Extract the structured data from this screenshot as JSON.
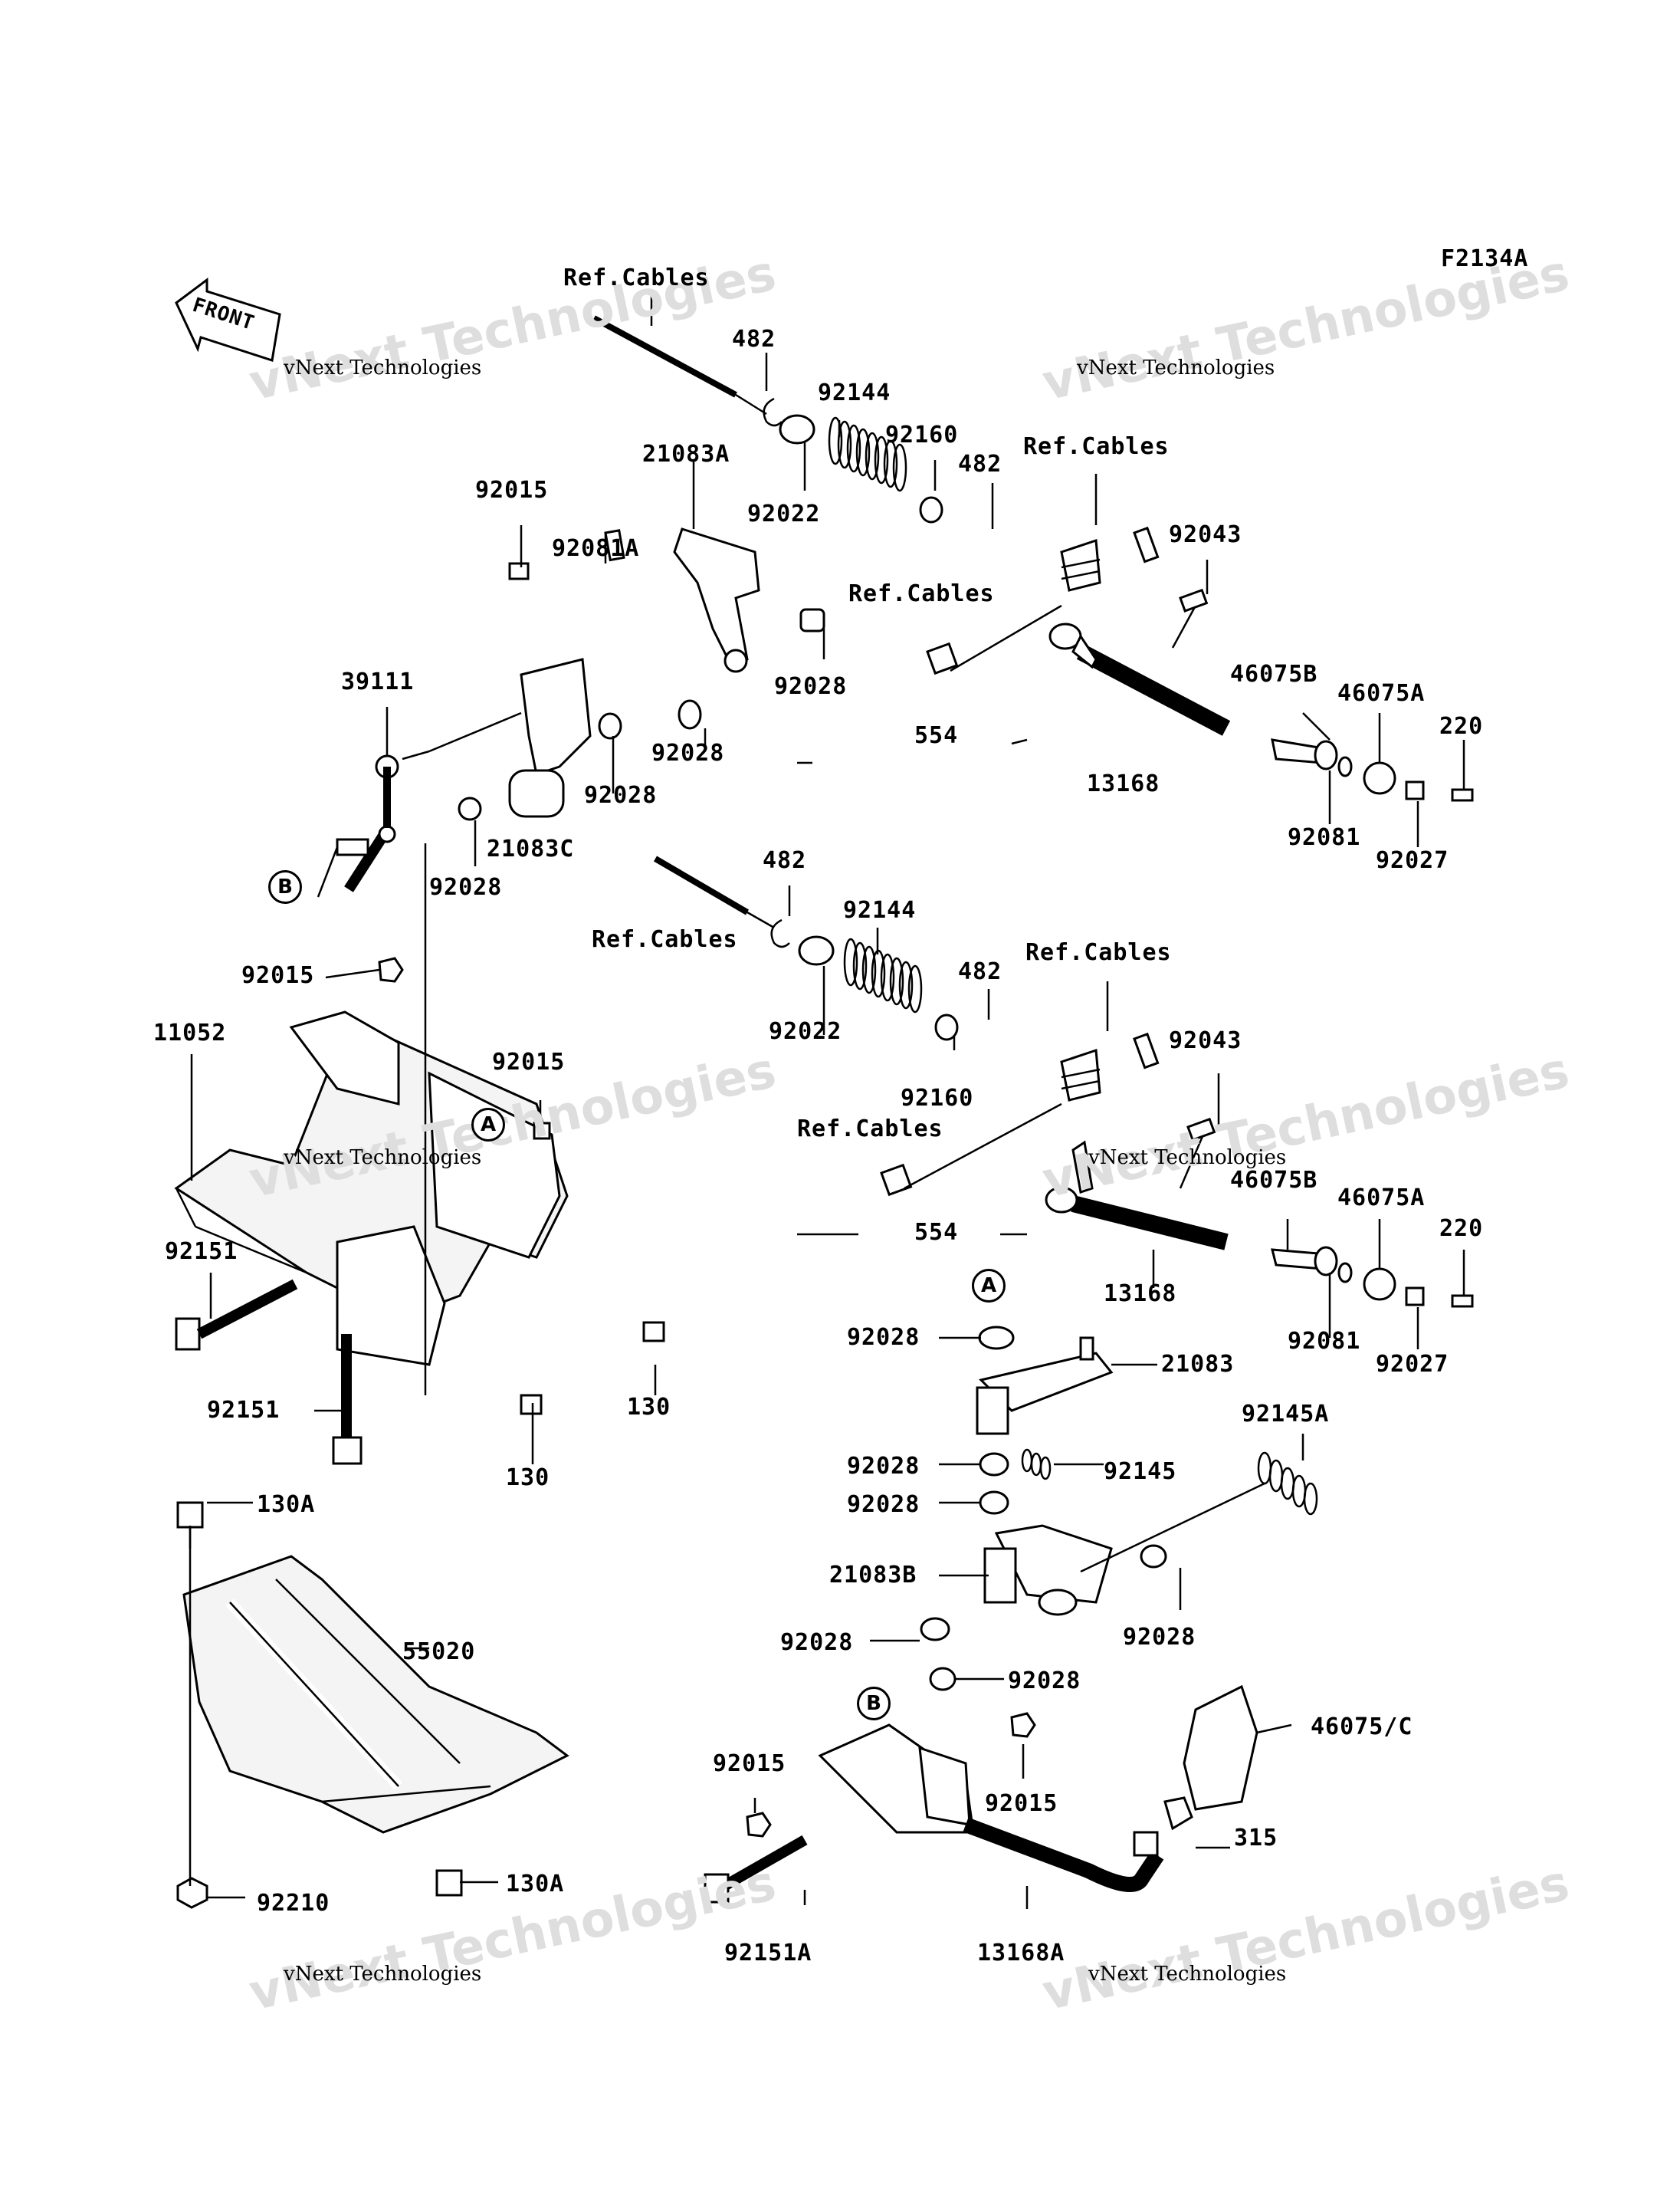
{
  "diagram_code": "F2134A",
  "front_label": "FRONT",
  "watermark": {
    "big": "vNext Technologies",
    "small": "vNext Technologies"
  },
  "markers": [
    "A",
    "B"
  ],
  "labels": {
    "l_ref1": "Ref.Cables",
    "l_482a": "482",
    "l_92144a": "92144",
    "l_92160a": "92160",
    "l_21083A": "21083A",
    "l_92022a": "92022",
    "l_482b": "482",
    "l_ref2": "Ref.Cables",
    "l_92015a": "92015",
    "l_92081A": "92081A",
    "l_92043a": "92043",
    "l_ref3": "Ref.Cables",
    "l_92028a": "92028",
    "l_39111": "39111",
    "l_46075Ba": "46075B",
    "l_46075Aa": "46075A",
    "l_92028b": "92028",
    "l_554a": "554",
    "l_220a": "220",
    "l_92028c": "92028",
    "l_13168a": "13168",
    "l_21083C": "21083C",
    "l_92081a": "92081",
    "l_92027a": "92027",
    "l_92028d": "92028",
    "l_482c": "482",
    "l_92144b": "92144",
    "l_ref4": "Ref.Cables",
    "l_482d": "482",
    "l_ref5": "Ref.Cables",
    "l_92015b": "92015",
    "l_92022b": "92022",
    "l_11052": "11052",
    "l_92043b": "92043",
    "l_92015c": "92015",
    "l_92160b": "92160",
    "l_ref6": "Ref.Cables",
    "l_46075Bb": "46075B",
    "l_46075Ab": "46075A",
    "l_554b": "554",
    "l_220b": "220",
    "l_92151a": "92151",
    "l_13168b": "13168",
    "l_92028e": "92028",
    "l_21083": "21083",
    "l_92081b": "92081",
    "l_92027b": "92027",
    "l_130a": "130",
    "l_92151b": "92151",
    "l_130b": "130",
    "l_92145A": "92145A",
    "l_92028f": "92028",
    "l_92145": "92145",
    "l_92028g": "92028",
    "l_130Aa": "130A",
    "l_21083B": "21083B",
    "l_55020": "55020",
    "l_92028h": "92028",
    "l_92028i": "92028",
    "l_92028j": "92028",
    "l_46075C": "46075/C",
    "l_92015d": "92015",
    "l_92015e": "92015",
    "l_315": "315",
    "l_92210": "92210",
    "l_130Ab": "130A",
    "l_92151A": "92151A",
    "l_13168A": "13168A"
  }
}
